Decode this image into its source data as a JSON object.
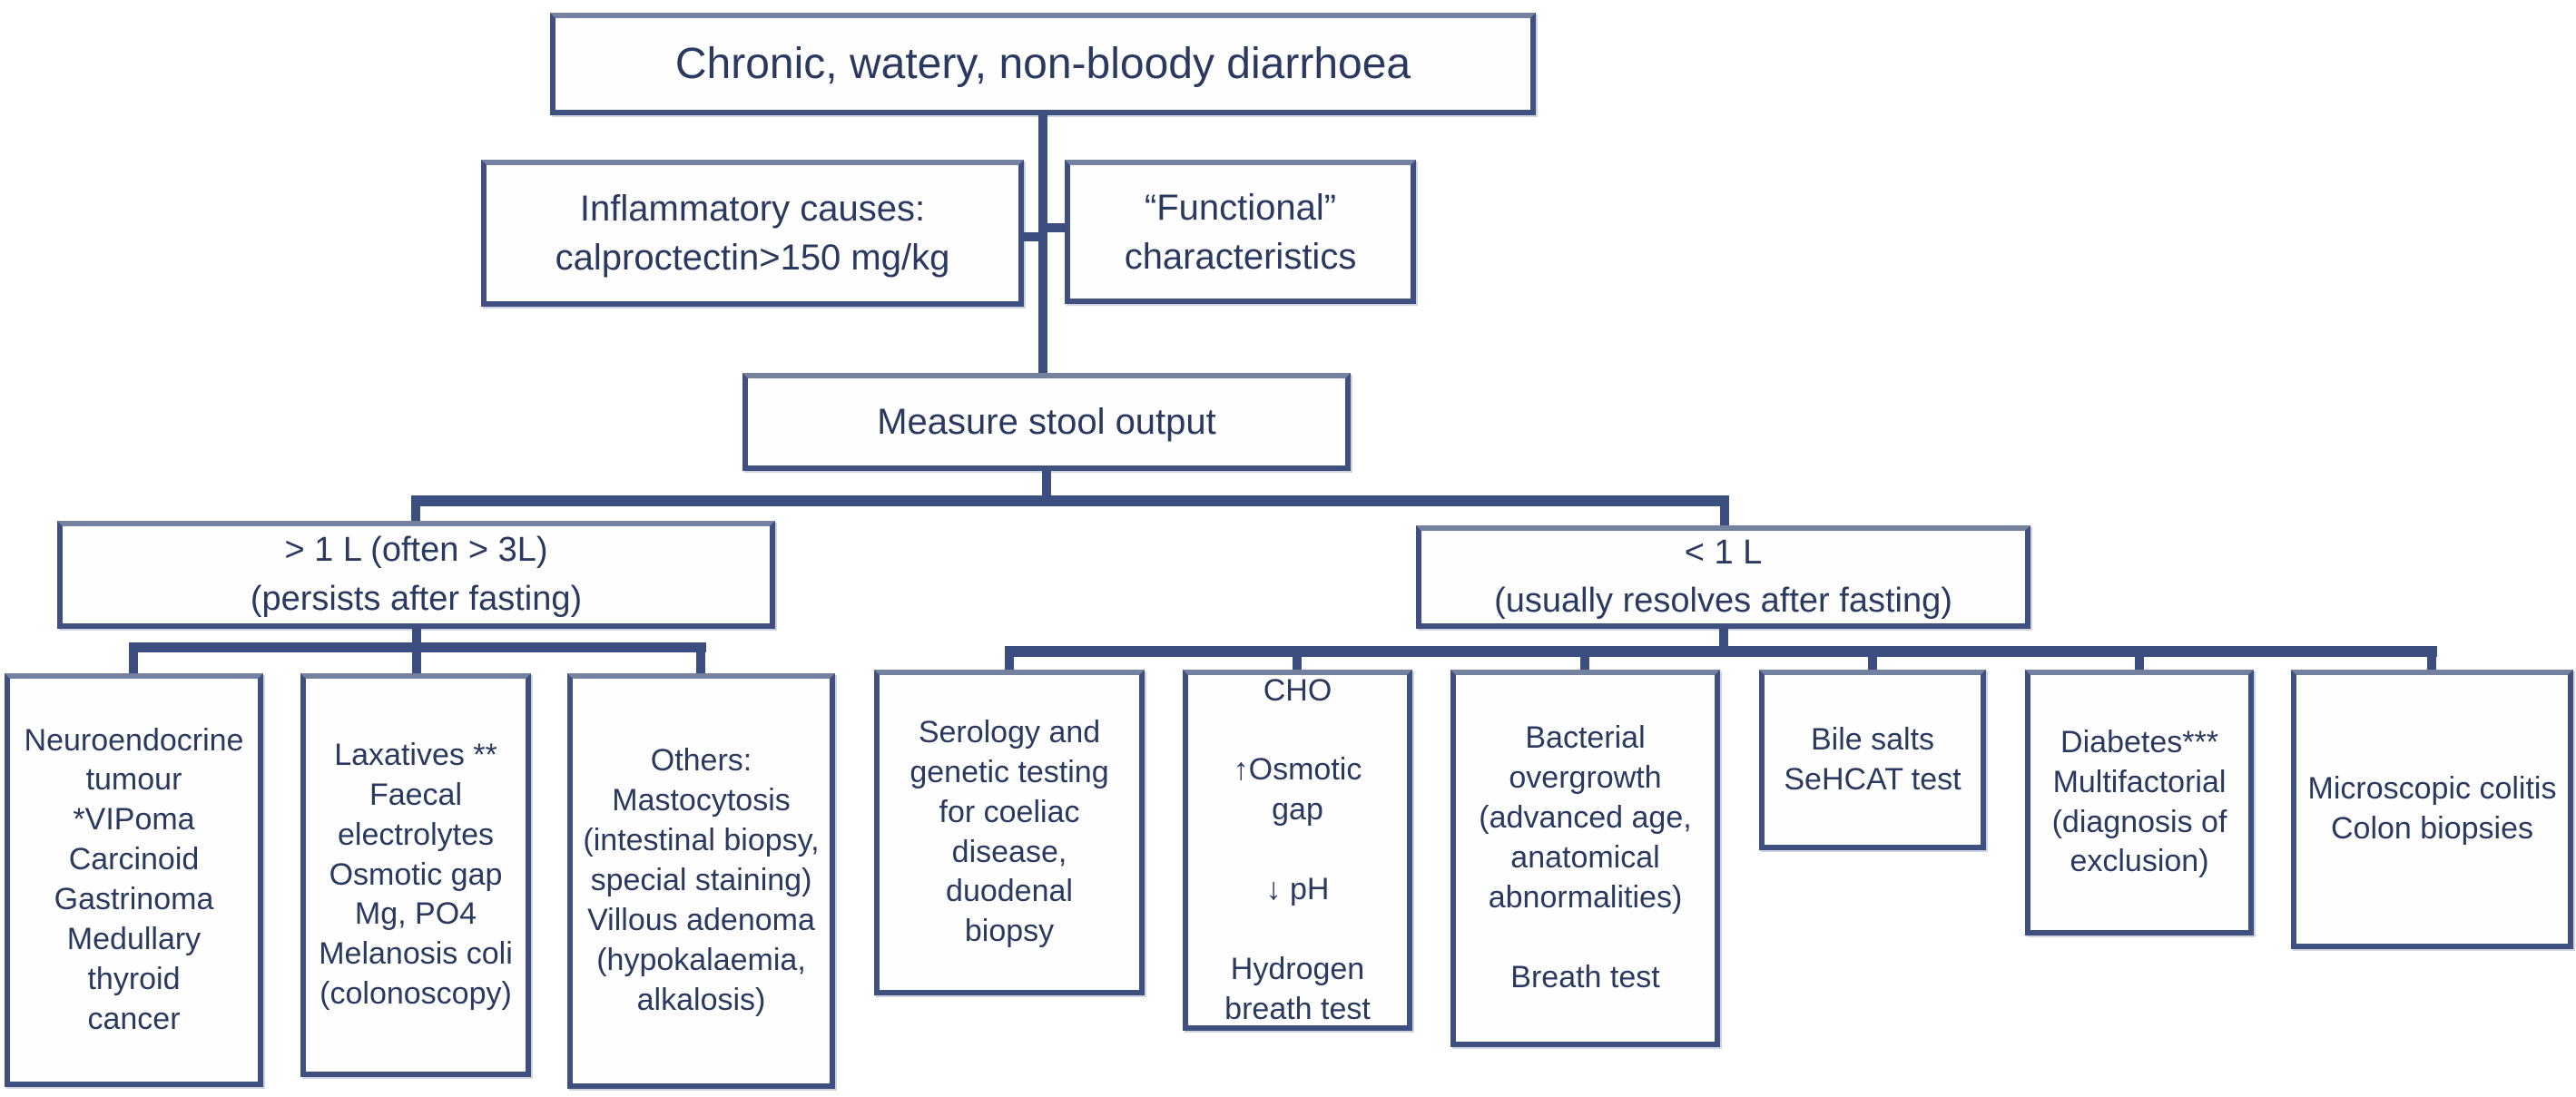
{
  "figure": {
    "type": "clinical-algorithm-flowchart",
    "topic": "Chronic, watery, non-bloody diarrhoea"
  },
  "colors": {
    "box_border": "#3e4f80",
    "box_border_light": "#74819f",
    "connector": "#3c4e7f",
    "text": "#29395f",
    "background": "#ffffff"
  },
  "nodes": {
    "root": "Chronic, watery, non-bloody diarrhoea",
    "inflammatory": "Inflammatory causes:\ncalproctectin>150 mg/kg",
    "functional": "“Functional”\ncharacteristics",
    "measure": "Measure stool output",
    "high_output": "> 1 L (often > 3L)\n(persists after fasting)",
    "low_output": "< 1 L\n(usually resolves after fasting)",
    "neuroendocrine": "Neuroendocrine\ntumour\n*VIPoma\nCarcinoid\nGastrinoma\nMedullary thyroid\ncancer",
    "laxatives": "Laxatives **\nFaecal\nelectrolytes\nOsmotic gap\nMg, PO4\nMelanosis coli\n(colonoscopy)",
    "others": "Others:\nMastocytosis\n(intestinal biopsy,\nspecial staining)\nVillous adenoma\n(hypokalaemia,\nalkalosis)",
    "serology": "Serology and\ngenetic testing\nfor coeliac\ndisease, duodenal\nbiopsy",
    "cho": "CHO\n\n↑Osmotic\ngap\n\n↓ pH\n\nHydrogen\nbreath test",
    "bacterial": "Bacterial\novergrowth\n(advanced age,\nanatomical\nabnormalities)\n\nBreath test",
    "bile_salts": "Bile salts\nSeHCAT test",
    "diabetes": "Diabetes***\nMultifactorial\n(diagnosis of\nexclusion)",
    "microscopic": "Microscopic colitis\nColon biopsies"
  }
}
